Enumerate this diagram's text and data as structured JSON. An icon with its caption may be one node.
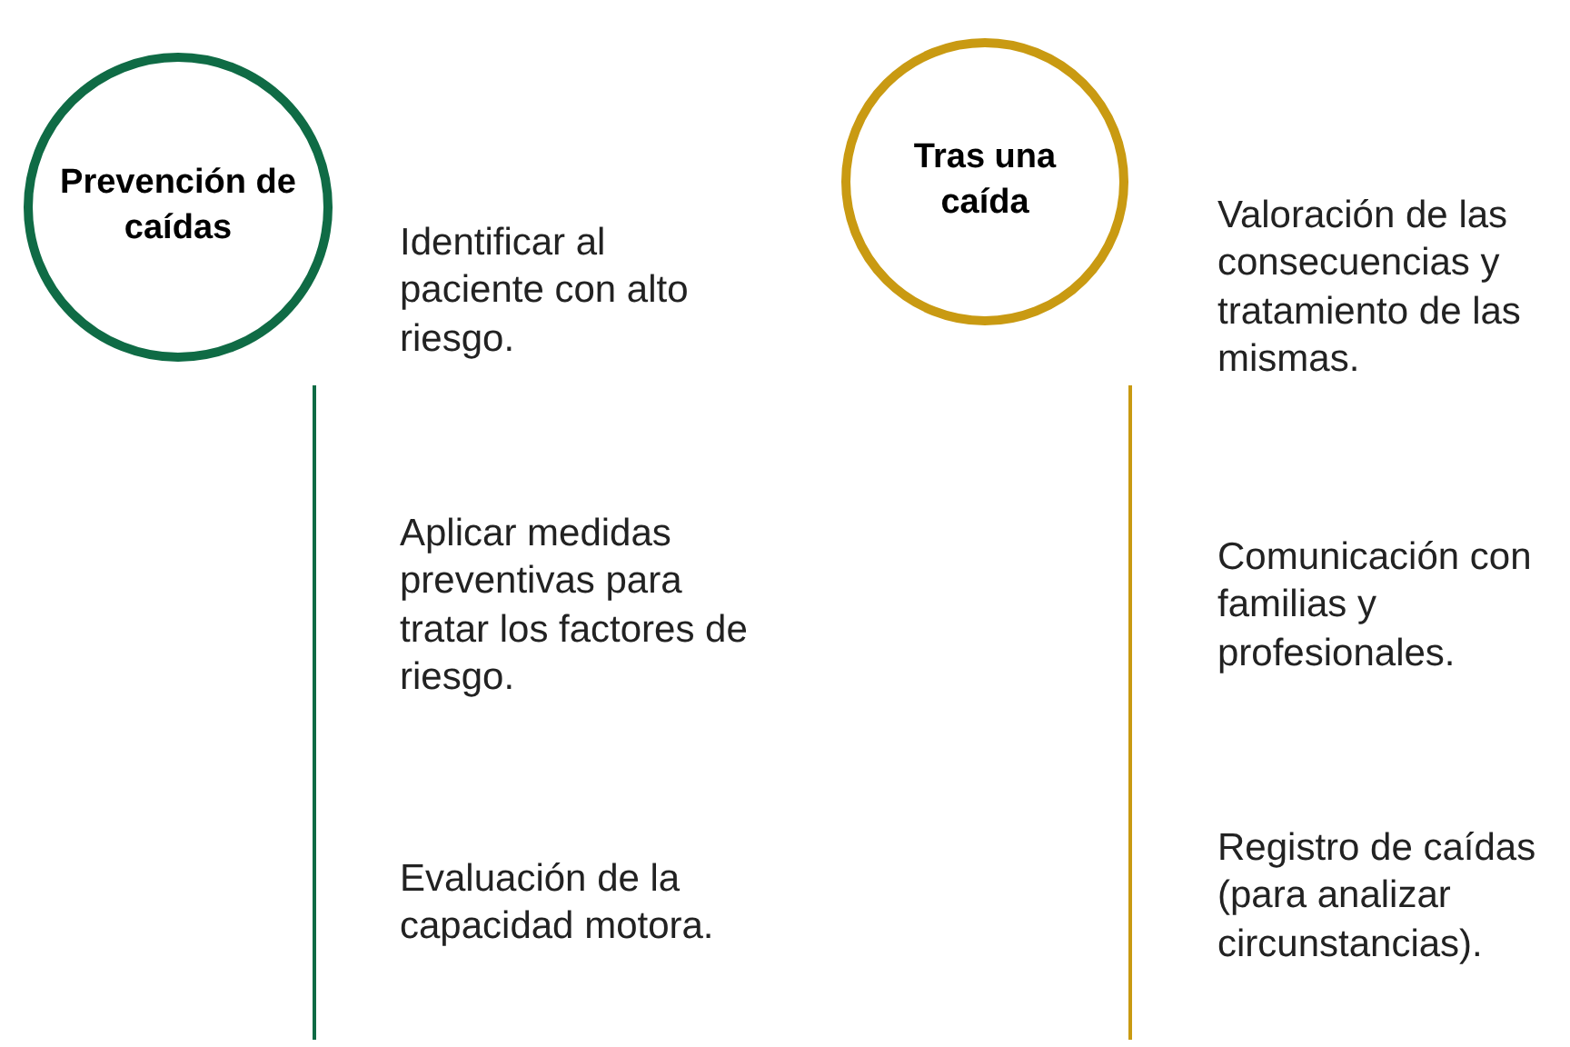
{
  "diagram": {
    "nodes": [
      {
        "text": [
          "Prevención de caídas"
        ]
      },
      {
        "text": [
          "Tras una caída"
        ]
      }
    ],
    "labels": [
      "Identificar al paciente con alto riesgo.",
      "Aplicar medidas preventivas para tratar los factores de riesgo.",
      "Evaluación de la capacidad motora.",
      "Valoración de las consecuencias y tratamiento de las mismas.",
      "Comunicación con familias y profesionales.",
      "Registro de caídas (para analizar circunstancias)."
    ]
  }
}
